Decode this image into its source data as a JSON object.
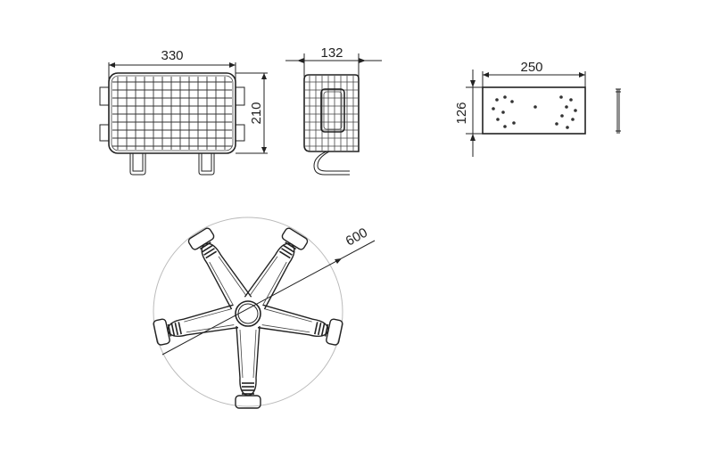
{
  "drawing": {
    "views": [
      {
        "name": "basket-front-view",
        "dimensions": [
          "330",
          "210"
        ]
      },
      {
        "name": "basket-side-view",
        "dimensions": [
          "132"
        ]
      },
      {
        "name": "mounting-plate-view",
        "dimensions": [
          "250",
          "126"
        ]
      },
      {
        "name": "star-base-top-view",
        "dimensions": [
          "600"
        ]
      }
    ]
  }
}
